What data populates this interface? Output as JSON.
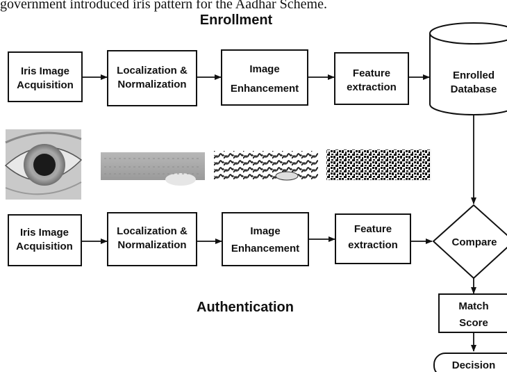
{
  "header": {
    "cut_text": "government introduced iris pattern for the Aadhar Scheme.",
    "enrollment_title": "Enrollment",
    "authentication_title": "Authentication"
  },
  "enrollment": {
    "steps": [
      {
        "line1": "Iris Image",
        "line2": "Acquisition"
      },
      {
        "line1": "Localization &",
        "line2": "Normalization"
      },
      {
        "line1": "Image",
        "line2": "Enhancement"
      },
      {
        "line1": "Feature",
        "line2": "extraction"
      }
    ],
    "database": {
      "line1": "Enrolled",
      "line2": "Database"
    }
  },
  "authentication": {
    "steps": [
      {
        "line1": "Iris Image",
        "line2": "Acquisition"
      },
      {
        "line1": "Localization &",
        "line2": "Normalization"
      },
      {
        "line1": "Image",
        "line2": "Enhancement"
      },
      {
        "line1": "Feature",
        "line2": "extraction"
      }
    ],
    "compare": "Compare",
    "match_score": {
      "line1": "Match",
      "line2": "Score"
    },
    "decision": "Decision"
  },
  "images": [
    "eye-photo",
    "normalized-iris-strip",
    "enhanced-iris-strip",
    "iris-code-strip"
  ],
  "colors": {
    "line": "#111111",
    "background": "#ffffff"
  }
}
